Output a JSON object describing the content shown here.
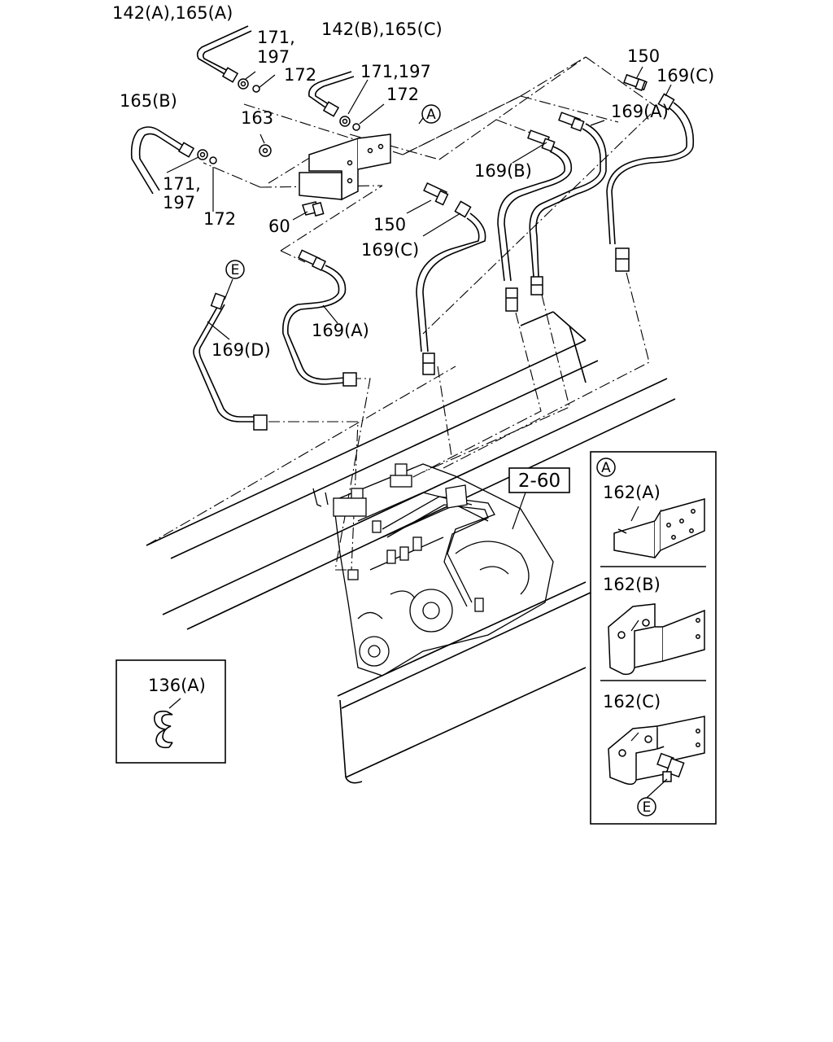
{
  "labels": {
    "l142a_165a": "142(A),165(A)",
    "l142b_165c": "142(B),165(C)",
    "l171_a": "171,",
    "l197_a": "197",
    "l172_a": "172",
    "l171_197_b": "171,197",
    "l172_b": "172",
    "l165b": "165(B)",
    "l171_c": "171,",
    "l197_c": "197",
    "l172_c": "172",
    "l163": "163",
    "l60": "60",
    "l150_top": "150",
    "l150_mid": "150",
    "l169c_top": "169(C)",
    "l169a_top": "169(A)",
    "l169b": "169(B)",
    "l169c_mid": "169(C)",
    "l169a_mid": "169(A)",
    "l169d": "169(D)",
    "l2_60": "2-60",
    "l136a": "136(A)",
    "l162a": "162(A)",
    "l162b": "162(B)",
    "l162c": "162(C)"
  },
  "markers": {
    "a_main": "A",
    "a_inset": "A",
    "e_main": "E",
    "e_inset": "E"
  },
  "colors": {
    "line": "#000000",
    "background": "#ffffff"
  }
}
